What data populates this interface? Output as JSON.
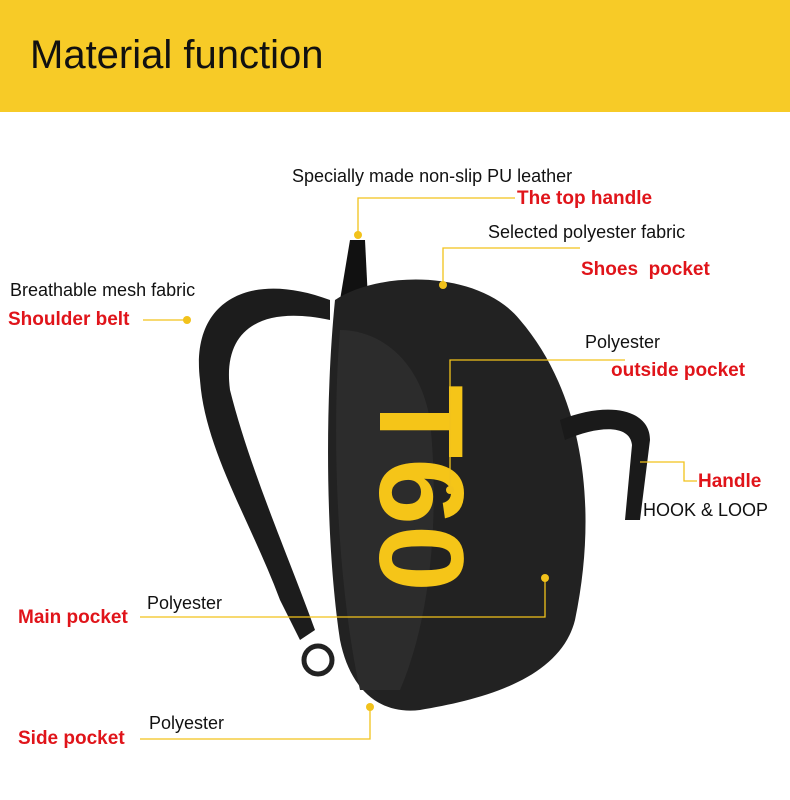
{
  "header": {
    "title": "Material function",
    "color": "#f7cb27"
  },
  "callouts": [
    {
      "material": "Specially made non-slip PU leather",
      "part": "The top handle"
    },
    {
      "material": "Selected polyester fabric",
      "part": "Shoes  pocket"
    },
    {
      "material": "Breathable mesh fabric",
      "part": "Shoulder belt"
    },
    {
      "material": "Polyester",
      "part": "outside pocket"
    },
    {
      "material": "HOOK & LOOP",
      "part": "Handle"
    },
    {
      "material": "Polyester",
      "part": "Main pocket"
    },
    {
      "material": "Polyester",
      "part": "Side pocket"
    }
  ],
  "product": {
    "logo": "T60"
  },
  "colors": {
    "accent": "#e0141a",
    "leader": "#f2c21b"
  }
}
